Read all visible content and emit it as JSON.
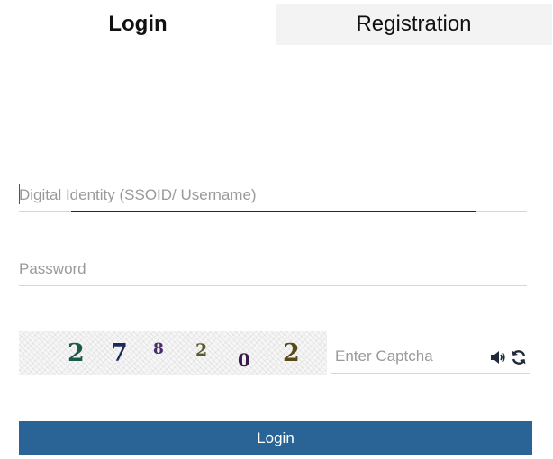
{
  "tabs": {
    "login_label": "Login",
    "registration_label": "Registration"
  },
  "form": {
    "ssoid_placeholder": "Digital Identity (SSOID/ Username)",
    "password_placeholder": "Password",
    "captcha_placeholder": "Enter Captcha",
    "captcha_chars": [
      "2",
      "7",
      "8",
      "2",
      "0",
      "2"
    ],
    "captcha_colors": [
      "#1e5a4c",
      "#1c2a5a",
      "#4a2a6a",
      "#5a5a2a",
      "#3a1a4a",
      "#5a4a1a"
    ],
    "login_label": "Login"
  },
  "icons": {
    "audio": "speaker-icon",
    "refresh": "refresh-icon"
  },
  "colors": {
    "primary": "#2a6496",
    "focus": "#0f2e3d",
    "tab_inactive_bg": "#f3f3f3"
  }
}
